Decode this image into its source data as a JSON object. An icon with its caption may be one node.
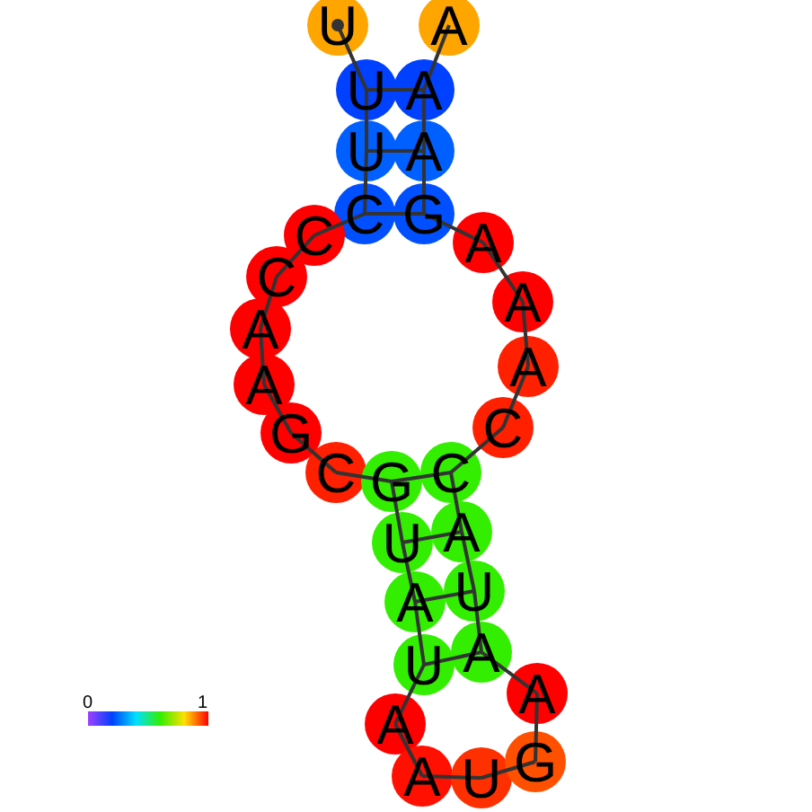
{
  "diagram": {
    "nodes": [
      {
        "text": [
          "U"
        ]
      },
      {
        "text": [
          "U"
        ]
      },
      {
        "text": [
          "U"
        ]
      },
      {
        "text": [
          "C"
        ]
      },
      {
        "text": [
          "C"
        ]
      },
      {
        "text": [
          "C"
        ]
      },
      {
        "text": [
          "A"
        ]
      },
      {
        "text": [
          "A"
        ]
      },
      {
        "text": [
          "G"
        ]
      },
      {
        "text": [
          "C"
        ]
      },
      {
        "text": [
          "G"
        ]
      },
      {
        "text": [
          "U"
        ]
      },
      {
        "text": [
          "A"
        ]
      },
      {
        "text": [
          "U"
        ]
      },
      {
        "text": [
          "A"
        ]
      },
      {
        "text": [
          "A"
        ]
      },
      {
        "text": [
          "U"
        ]
      },
      {
        "text": [
          "G"
        ]
      },
      {
        "text": [
          "A"
        ]
      },
      {
        "text": [
          "A"
        ]
      },
      {
        "text": [
          "U"
        ]
      },
      {
        "text": [
          "A"
        ]
      },
      {
        "text": [
          "C"
        ]
      },
      {
        "text": [
          "C"
        ]
      },
      {
        "text": [
          "A"
        ]
      },
      {
        "text": [
          "A"
        ]
      },
      {
        "text": [
          "A"
        ]
      },
      {
        "text": [
          "G"
        ]
      },
      {
        "text": [
          "A"
        ]
      },
      {
        "text": [
          "A"
        ]
      },
      {
        "text": [
          "A"
        ]
      }
    ],
    "edges": [
      {
        "from": 0,
        "to": 1,
        "arrow": "none"
      },
      {
        "from": 1,
        "to": 2,
        "arrow": "none"
      },
      {
        "from": 2,
        "to": 3,
        "arrow": "none"
      },
      {
        "from": 3,
        "to": 4,
        "arrow": "none"
      },
      {
        "from": 4,
        "to": 5,
        "arrow": "none"
      },
      {
        "from": 5,
        "to": 6,
        "arrow": "none"
      },
      {
        "from": 6,
        "to": 7,
        "arrow": "none"
      },
      {
        "from": 7,
        "to": 8,
        "arrow": "none"
      },
      {
        "from": 8,
        "to": 9,
        "arrow": "none"
      },
      {
        "from": 9,
        "to": 10,
        "arrow": "none"
      },
      {
        "from": 10,
        "to": 11,
        "arrow": "none"
      },
      {
        "from": 11,
        "to": 12,
        "arrow": "none"
      },
      {
        "from": 12,
        "to": 13,
        "arrow": "none"
      },
      {
        "from": 13,
        "to": 14,
        "arrow": "none"
      },
      {
        "from": 14,
        "to": 15,
        "arrow": "none"
      },
      {
        "from": 15,
        "to": 16,
        "arrow": "none"
      },
      {
        "from": 16,
        "to": 17,
        "arrow": "none"
      },
      {
        "from": 17,
        "to": 18,
        "arrow": "none"
      },
      {
        "from": 18,
        "to": 19,
        "arrow": "none"
      },
      {
        "from": 19,
        "to": 20,
        "arrow": "none"
      },
      {
        "from": 20,
        "to": 21,
        "arrow": "none"
      },
      {
        "from": 21,
        "to": 22,
        "arrow": "none"
      },
      {
        "from": 22,
        "to": 23,
        "arrow": "none"
      },
      {
        "from": 23,
        "to": 24,
        "arrow": "none"
      },
      {
        "from": 24,
        "to": 25,
        "arrow": "none"
      },
      {
        "from": 25,
        "to": 26,
        "arrow": "none"
      },
      {
        "from": 26,
        "to": 27,
        "arrow": "none"
      },
      {
        "from": 27,
        "to": 28,
        "arrow": "none"
      },
      {
        "from": 28,
        "to": 29,
        "arrow": "none"
      },
      {
        "from": 29,
        "to": 30,
        "arrow": "none"
      },
      {
        "from": 1,
        "to": 29,
        "arrow": "none"
      },
      {
        "from": 2,
        "to": 28,
        "arrow": "none"
      },
      {
        "from": 3,
        "to": 27,
        "arrow": "none"
      },
      {
        "from": 10,
        "to": 22,
        "arrow": "none"
      },
      {
        "from": 11,
        "to": 21,
        "arrow": "none"
      },
      {
        "from": 12,
        "to": 20,
        "arrow": "none"
      },
      {
        "from": 13,
        "to": 19,
        "arrow": "none"
      }
    ],
    "labels": [
      "0",
      "1"
    ]
  }
}
